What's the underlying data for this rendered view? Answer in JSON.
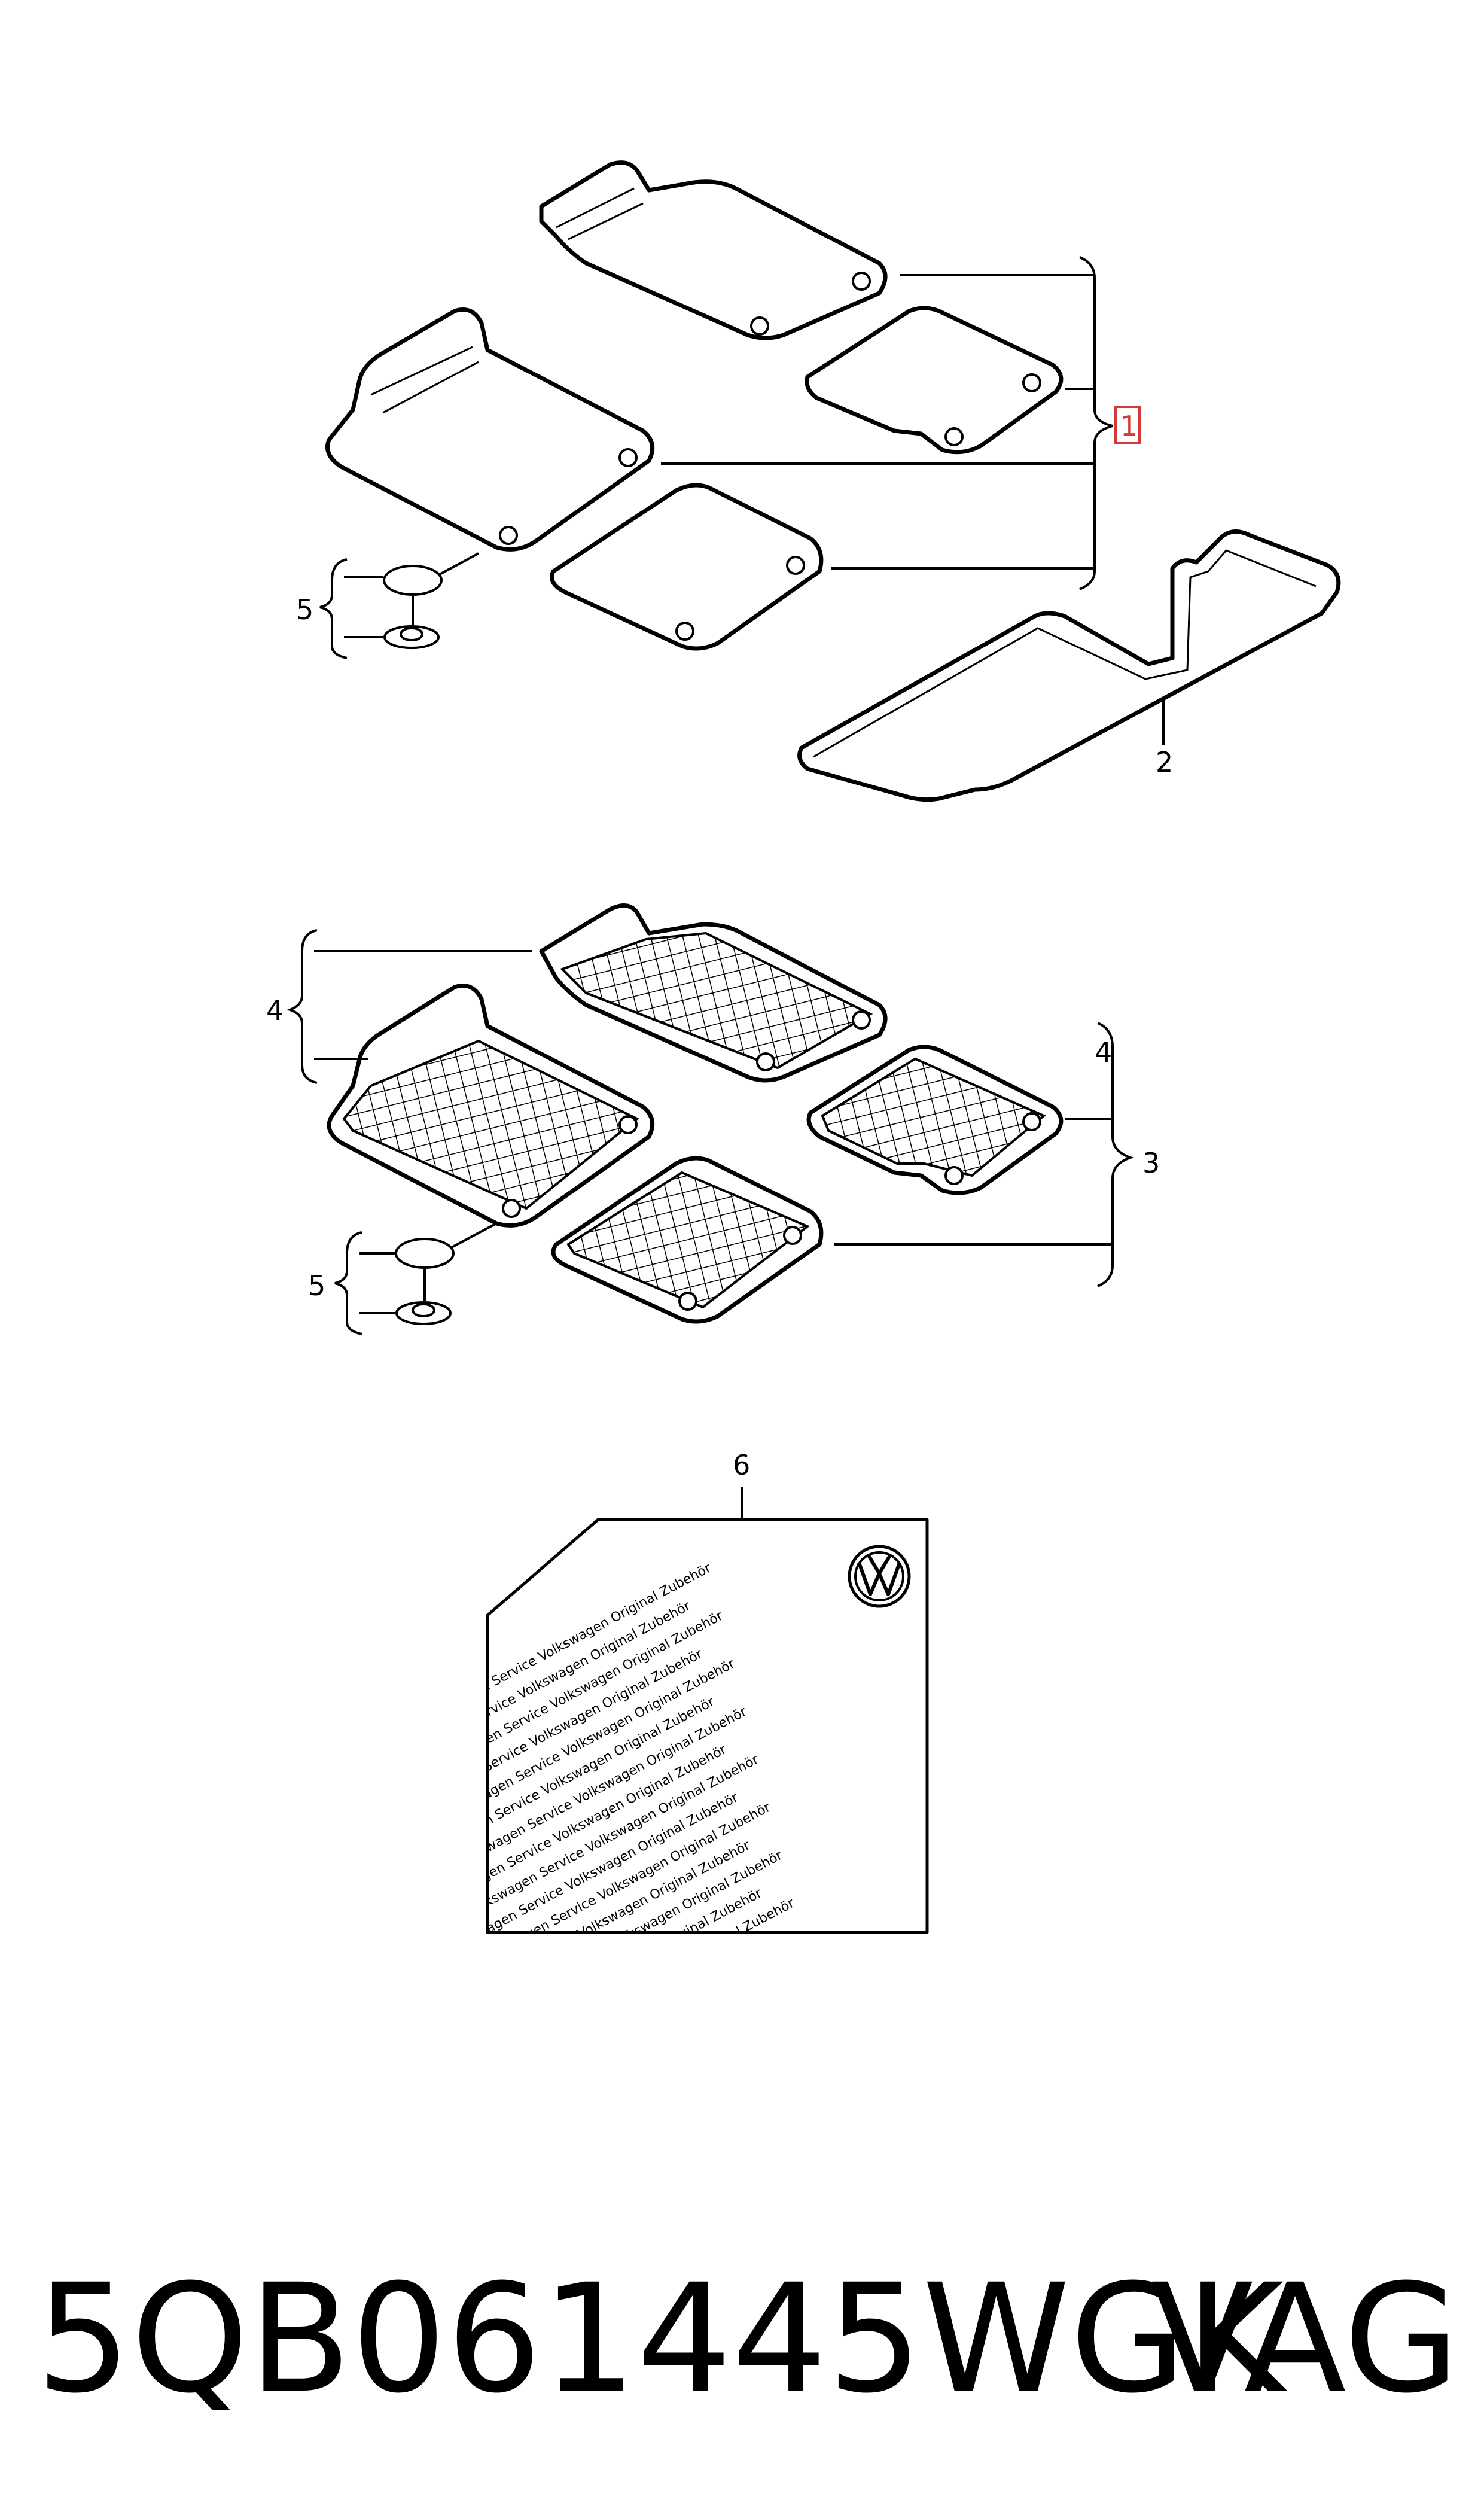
{
  "callouts": {
    "c1": "1",
    "c2": "2",
    "c3": "3",
    "c4a": "4",
    "c4b": "4",
    "c5a": "5",
    "c5b": "5",
    "c6": "6"
  },
  "label_text": "Volkswagen Service Volkswagen Original Zubehör",
  "logo": "vw-logo",
  "footer": {
    "part_number": "5QB061445WGK",
    "brand": "VAG"
  },
  "colors": {
    "line": "#000000",
    "highlight": "#d23a3a"
  }
}
